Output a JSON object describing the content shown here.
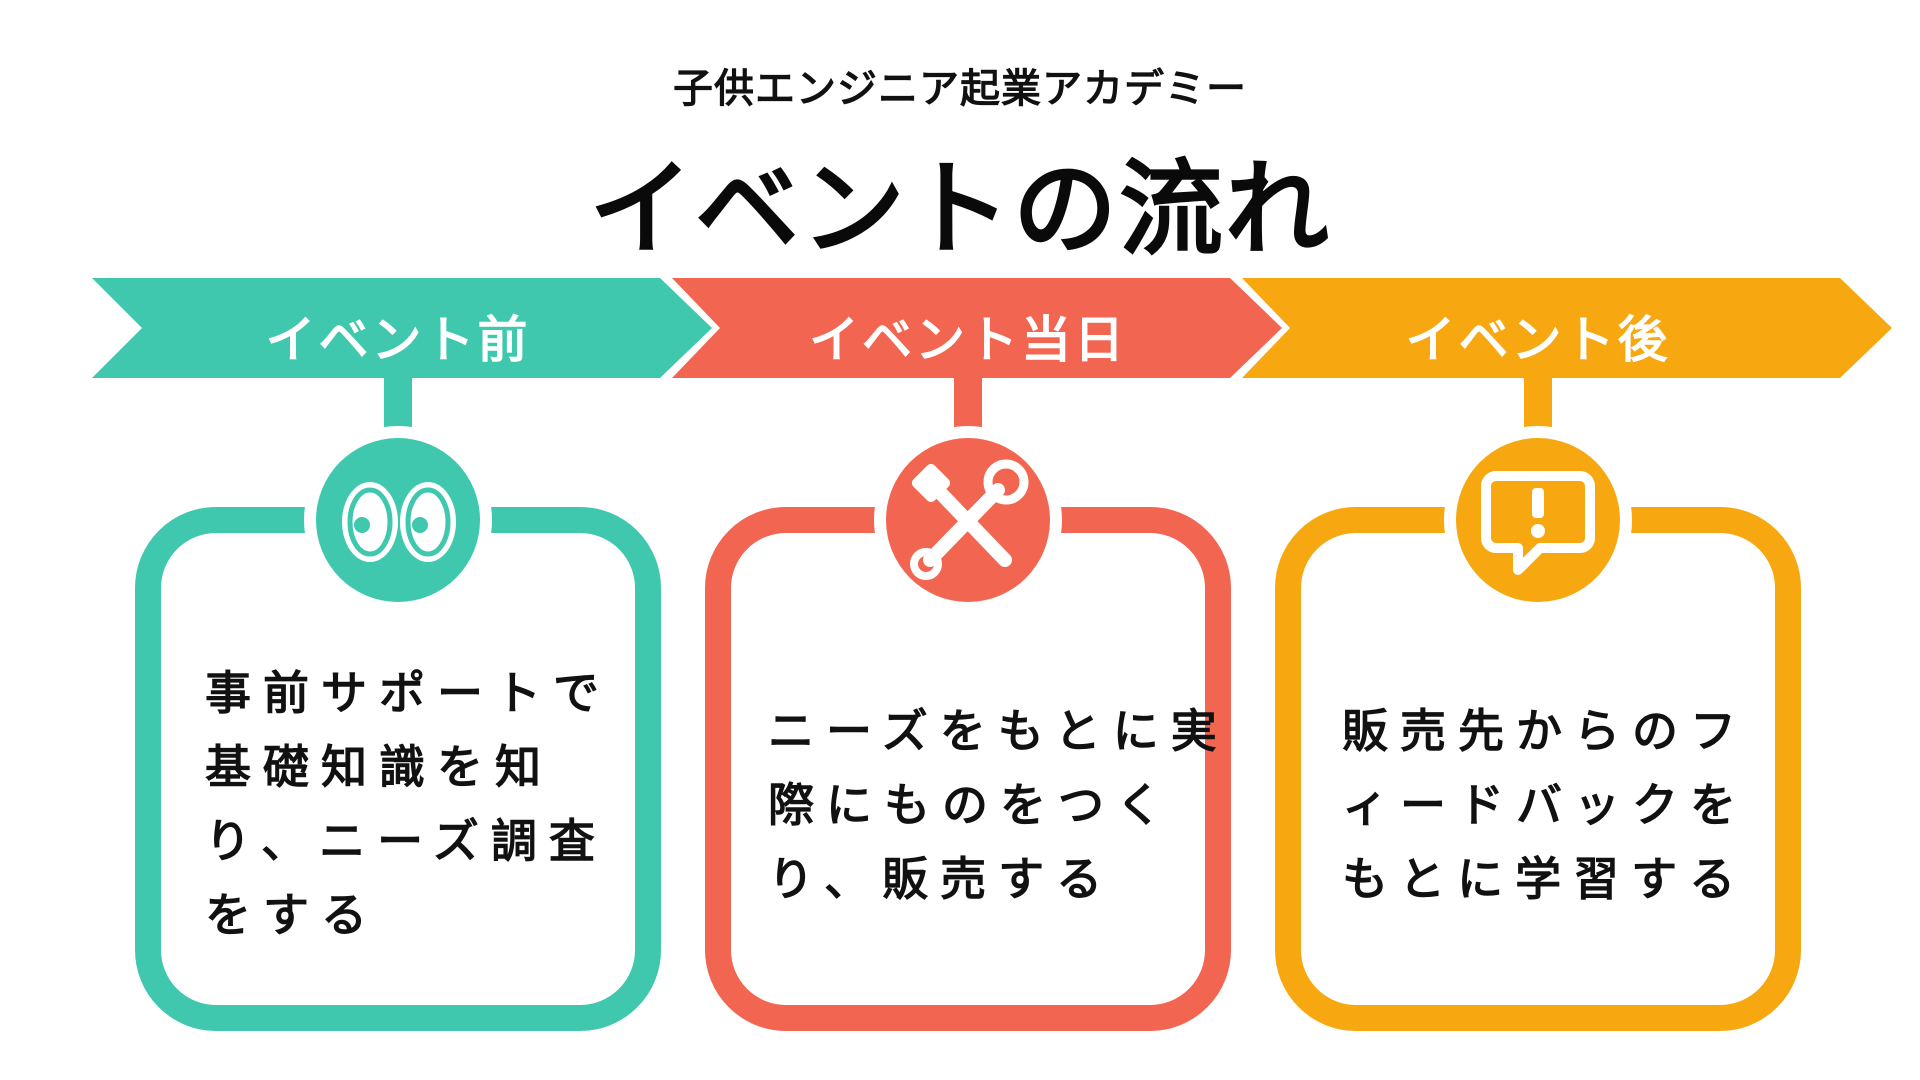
{
  "header": {
    "subtitle": "子供エンジニア起業アカデミー",
    "title": "イベントの流れ"
  },
  "colors": {
    "stage1": "#3FC8AE",
    "stage2": "#F26651",
    "stage3": "#F7A810"
  },
  "stages": [
    {
      "label": "イベント前",
      "icon": "eyes-icon",
      "lines": [
        "事前サポートで",
        "基礎知識を知",
        "り、ニーズ調査",
        "をする"
      ]
    },
    {
      "label": "イベント当日",
      "icon": "tools-icon",
      "lines": [
        "ニーズをもとに実",
        "際にものをつく",
        "り、販売する"
      ]
    },
    {
      "label": "イベント後",
      "icon": "feedback-icon",
      "lines": [
        "販売先からのフ",
        "ィードバックを",
        "もとに学習する"
      ]
    }
  ]
}
